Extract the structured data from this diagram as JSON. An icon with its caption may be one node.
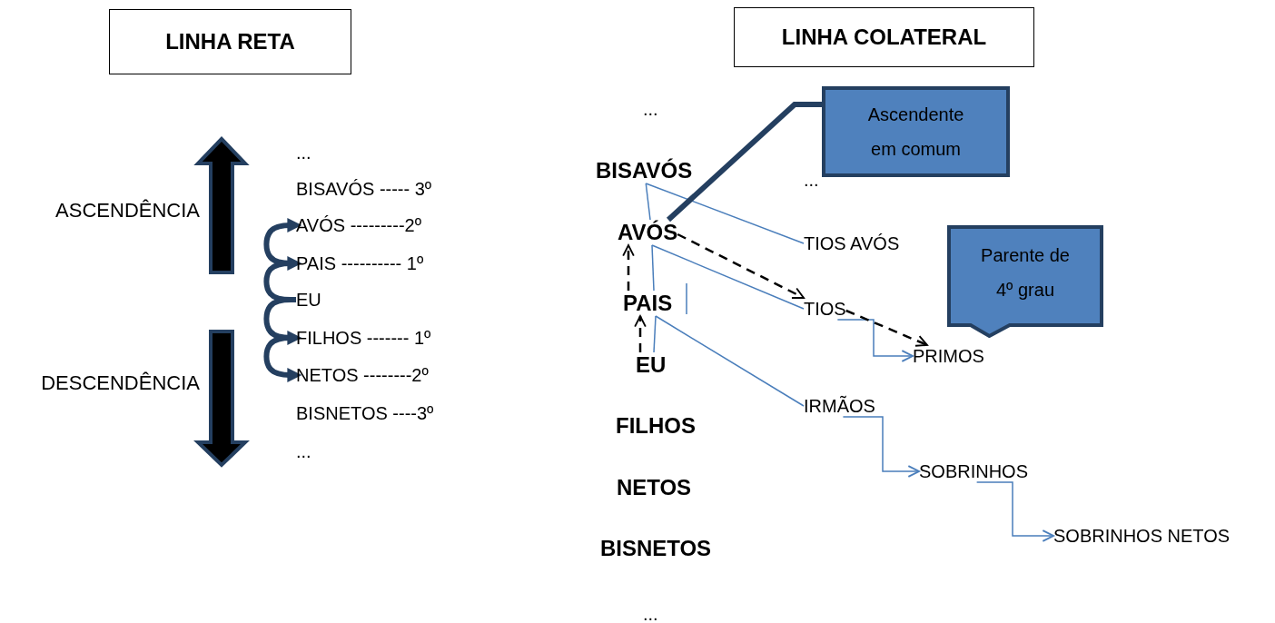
{
  "diagram": {
    "nodes": [
      {
        "text": [
          "LINHA RETA"
        ]
      },
      {
        "text": [
          "AVÓS ---------2º"
        ]
      },
      {
        "text": [
          "PAIS ---------- 1º"
        ]
      },
      {
        "text": [
          "EU"
        ]
      },
      {
        "text": [
          "FILHOS ------- 1º"
        ]
      },
      {
        "text": [
          "NETOS --------2º"
        ]
      },
      {
        "text": [
          "LINHA COLATERAL"
        ]
      },
      {
        "text": [
          "Ascendente em comum"
        ]
      },
      {
        "text": [
          "BISAVÓS"
        ]
      },
      {
        "text": [
          "AVÓS"
        ]
      },
      {
        "text": [
          "TIOS AVÓS"
        ]
      },
      {
        "text": [
          "Parente de 4º grau"
        ]
      },
      {
        "text": [
          "PAIS"
        ]
      },
      {
        "text": [
          "TIOS"
        ]
      },
      {
        "text": [
          "PRIMOS"
        ]
      },
      {
        "text": [
          "EU"
        ]
      },
      {
        "text": [
          "IRMÃOS"
        ]
      },
      {
        "text": [
          "SOBRINHOS"
        ]
      },
      {
        "text": [
          "SOBRINHOS NETOS"
        ]
      }
    ],
    "edges": [
      {
        "from": 3,
        "to": 2,
        "arrow": "to",
        "style": "thick",
        "color": "#243f60"
      },
      {
        "from": 2,
        "to": 1,
        "arrow": "to",
        "style": "thick",
        "color": "#243f60"
      },
      {
        "from": 3,
        "to": 4,
        "arrow": "to",
        "style": "thick",
        "color": "#243f60"
      },
      {
        "from": 4,
        "to": 5,
        "arrow": "to",
        "style": "thick",
        "color": "#243f60"
      },
      {
        "from": 8,
        "to": 9,
        "arrow": "none"
      },
      {
        "from": 8,
        "to": 10,
        "arrow": "none"
      },
      {
        "from": 9,
        "to": 12,
        "arrow": "none"
      },
      {
        "from": 9,
        "to": 13,
        "arrow": "none"
      },
      {
        "from": 12,
        "to": 15,
        "arrow": "none"
      },
      {
        "from": 12,
        "to": 16,
        "arrow": "none"
      },
      {
        "from": 13,
        "to": 14,
        "arrow": "to"
      },
      {
        "from": 16,
        "to": 17,
        "arrow": "to"
      },
      {
        "from": 17,
        "to": 18,
        "arrow": "to"
      },
      {
        "from": 9,
        "to": 13,
        "arrow": "to",
        "style": "dashed",
        "color": "#000000"
      },
      {
        "from": 13,
        "to": 14,
        "arrow": "to",
        "style": "dashed",
        "color": "#000000"
      },
      {
        "from": 15,
        "to": 12,
        "arrow": "to",
        "style": "dashed",
        "color": "#000000"
      },
      {
        "from": 12,
        "to": 9,
        "arrow": "to",
        "style": "dashed",
        "color": "#000000"
      },
      {
        "from": 7,
        "to": 9,
        "arrow": "none",
        "style": "thick",
        "color": "#243f60"
      }
    ],
    "labels": [
      "...",
      "BISAVÓS ----- 3º",
      "ASCENDÊNCIA",
      "DESCENDÊNCIA",
      "BISNETOS ----3º",
      "...",
      "...",
      "...",
      "FILHOS",
      "NETOS",
      "BISNETOS",
      "..."
    ]
  }
}
